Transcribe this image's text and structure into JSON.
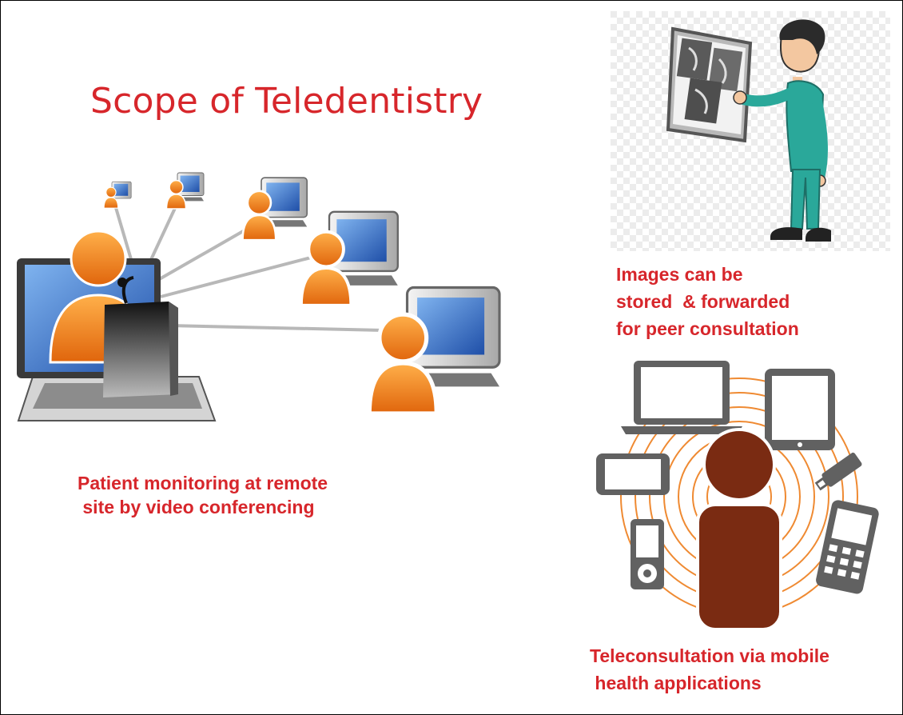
{
  "title": "Scope of Teledentistry",
  "captions": {
    "remote_monitoring": "Patient monitoring at remote\n site by video conferencing",
    "store_forward": "Images can be\nstored  & forwarded\nfor peer consultation",
    "mobile_health": "Teleconsultation via mobile\n health applications"
  },
  "colors": {
    "caption_red": "#d7262b",
    "avatar_orange": "#f07d1a",
    "avatar_brown": "#7a2b12",
    "ring_orange": "#ef8a32",
    "device_gray": "#616161",
    "screen_blue": "#2f63c0"
  },
  "icons": {
    "network": [
      "laptop-icon",
      "speaker-podium-icon",
      "person-icon",
      "desktop-computer-icon"
    ],
    "store_forward": [
      "doctor-icon",
      "xray-lightbox-icon"
    ],
    "mobile_health": [
      "laptop-icon",
      "tablet-icon",
      "smartphone-icon",
      "usb-drive-icon",
      "media-player-icon",
      "feature-phone-icon",
      "person-icon"
    ]
  }
}
